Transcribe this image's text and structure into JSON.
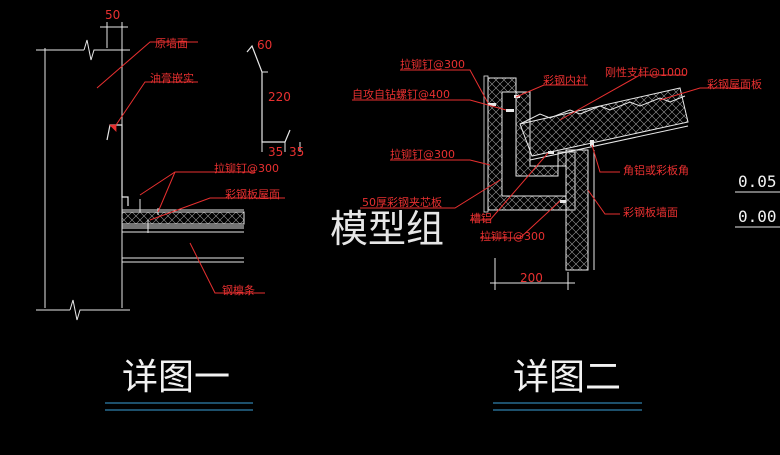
{
  "detail1": {
    "dim_top": "50",
    "label_wall": "原墙面",
    "label_sealant": "油膏嵌实",
    "label_rivet": "拉铆钉@300",
    "label_roof": "彩钢板屋面",
    "label_purlin": "钢檩条",
    "flashing_dims": [
      "60",
      "220",
      "35",
      "35"
    ],
    "title": "详图一"
  },
  "detail2": {
    "label_rivet_top": "拉铆钉@300",
    "label_self_tap": "自攻自钻螺钉@400",
    "label_rivet_mid": "拉铆钉@300",
    "label_core": "50厚彩钢夹芯板",
    "label_gutter": "槽铝",
    "label_rivet_bottom": "拉铆钉@300",
    "label_liner": "彩钢内衬",
    "label_support": "刚性支杆@1000",
    "label_roof_panel": "彩钢屋面板",
    "label_angle": "角铝或彩板角",
    "label_wall_panel": "彩钢板墙面",
    "dim_width": "200",
    "title": "详图二"
  },
  "elevations": [
    "0.05",
    "0.00"
  ],
  "watermark": "模型组",
  "colors": {
    "background": "#000000",
    "annotation": "#e83030",
    "geometry": "#e8e8e8",
    "underline": "#3aa0d8"
  }
}
